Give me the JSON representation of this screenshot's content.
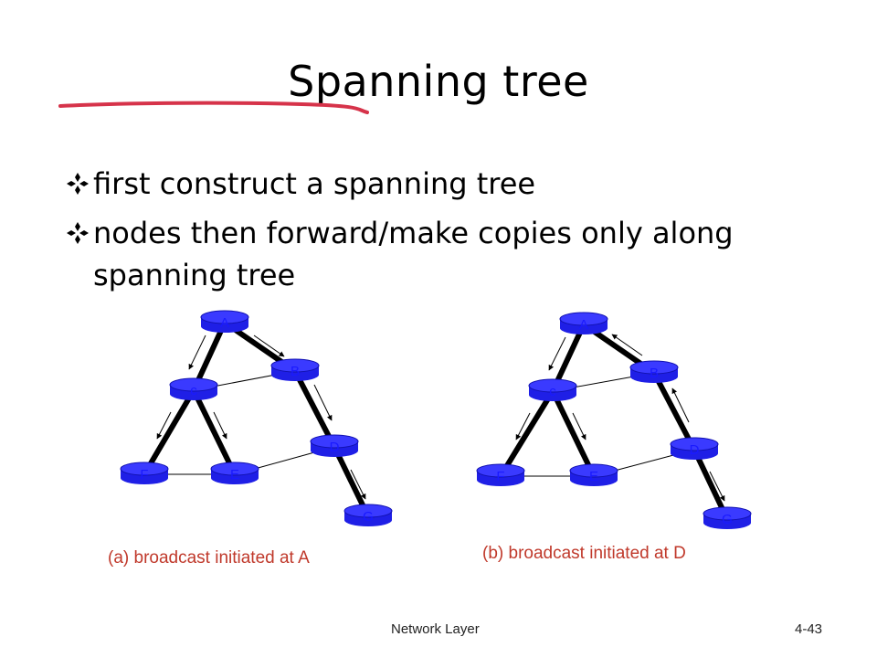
{
  "slide": {
    "title": "Spanning tree",
    "bullets": [
      "first construct a spanning tree",
      "nodes then forward/make copies only along spanning tree"
    ],
    "bullet_icon": "diamond-bullet-icon",
    "footer_left": "Network Layer",
    "footer_right": "4-43"
  },
  "diagrams": [
    {
      "caption": "(a) broadcast initiated at A",
      "nodes": [
        "A",
        "B",
        "c",
        "D",
        "F",
        "E",
        "G"
      ]
    },
    {
      "caption": "(b) broadcast initiated at D",
      "nodes": [
        "A",
        "B",
        "c",
        "D",
        "F",
        "E",
        "G"
      ]
    }
  ],
  "colors": {
    "node_fill": "#1f1fe6",
    "caption": "#c0392b",
    "annotation": "#d6334a"
  }
}
